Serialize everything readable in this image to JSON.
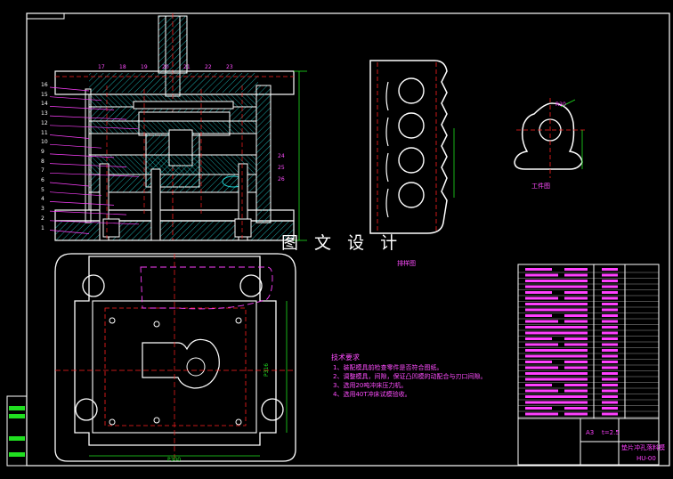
{
  "watermark": "图 文 设 计",
  "views": {
    "layout_label": "排样图",
    "workpiece_label": "工件图"
  },
  "part_numbers": [
    "16",
    "15",
    "14",
    "13",
    "12",
    "11",
    "10",
    "9",
    "8",
    "7",
    "6",
    "5",
    "4",
    "3",
    "2",
    "1"
  ],
  "top_callouts": [
    "17",
    "18",
    "19",
    "20",
    "21",
    "22",
    "23"
  ],
  "right_callouts": [
    "24",
    "25",
    "26"
  ],
  "dimensions": {
    "main_width": "P300",
    "side_height": "P316",
    "workpiece_radius": "R20",
    "title_scale": "A3",
    "title_thickness": "t=2.5",
    "drawing_no": "HU-00"
  },
  "tech_notes": {
    "title": "技术要求",
    "items": [
      "1、装配模具前检查零件是否符合图纸。",
      "2、调整模具，间隙，保证凸凹模的动配合与刃口间隙。",
      "3、选用20吨冲床压力机。",
      "4、选用40T冲床试模验收。"
    ]
  },
  "title_block": {
    "name": "垫片冲孔落料模",
    "scale": "A3",
    "thickness": "t=2.5",
    "code": "HU-00"
  },
  "colors": {
    "background": "#000000",
    "frame": "#ffffff",
    "red": "#ff2020",
    "cyan": "#20e0e0",
    "magenta": "#ff40ff",
    "green": "#20e020",
    "yellow": "#ffff20"
  }
}
